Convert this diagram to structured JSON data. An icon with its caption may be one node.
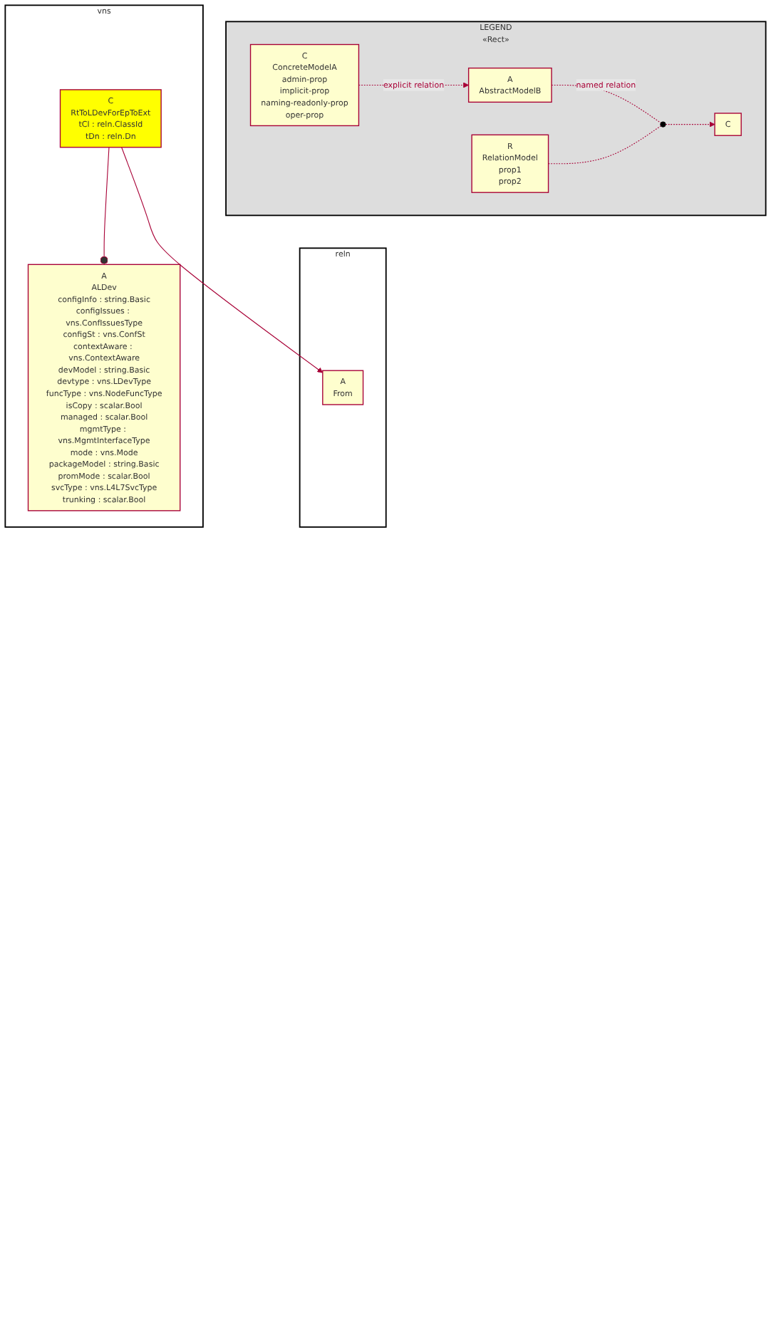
{
  "diagram": {
    "nodes": [
      {
        "text": [
          "LEGEND",
          "«Rect»"
        ]
      },
      {
        "text": [
          "C",
          "ConcreteModelA",
          "admin-prop",
          "implicit-prop",
          "naming-readonly-prop",
          "oper-prop"
        ],
        "in": 0
      },
      {
        "text": [
          "A",
          "AbstractModelB"
        ],
        "in": 0
      },
      {
        "text": [],
        "shape": "circle",
        "in": 0
      },
      {
        "text": [
          "R",
          "RelationModel",
          "prop1",
          "prop2"
        ],
        "in": 0
      },
      {
        "text": [
          "C"
        ],
        "in": 0
      },
      {
        "text": [
          "vns"
        ]
      },
      {
        "text": [
          "A",
          "ALDev",
          "configInfo : string.Basic",
          "configIssues : vns.ConfIssuesType",
          "configSt : vns.ConfSt",
          "contextAware : vns.ContextAware",
          "devModel : string.Basic",
          "devtype : vns.LDevType",
          "funcType : vns.NodeFuncType",
          "isCopy : scalar.Bool",
          "managed : scalar.Bool",
          "mgmtType : vns.MgmtInterfaceType",
          "mode : vns.Mode",
          "packageModel : string.Basic",
          "promMode : scalar.Bool",
          "svcType : vns.L4L7SvcType",
          "trunking : scalar.Bool"
        ],
        "in": 6
      },
      {
        "text": [
          "C",
          "RtToLDevForEpToExt",
          "tCl : reln.ClassId",
          "tDn : reln.Dn"
        ],
        "in": 6
      },
      {
        "text": [
          "reln"
        ]
      },
      {
        "text": [
          "A",
          "From"
        ],
        "in": 9
      }
    ],
    "edges": [
      {
        "from": 1,
        "to": 2,
        "arrow": "to",
        "style": "dashed",
        "label": "explicit relation"
      },
      {
        "from": 2,
        "to": 3,
        "arrow": "none",
        "style": "dashed",
        "label": "named relation"
      },
      {
        "from": 3,
        "to": 5,
        "arrow": "to",
        "style": "dashed"
      },
      {
        "from": 4,
        "to": 3,
        "arrow": "none",
        "style": "dashed"
      },
      {
        "from": 7,
        "to": 8,
        "arrow": "other"
      },
      {
        "from": 8,
        "to": 10,
        "arrow": "to"
      }
    ]
  }
}
